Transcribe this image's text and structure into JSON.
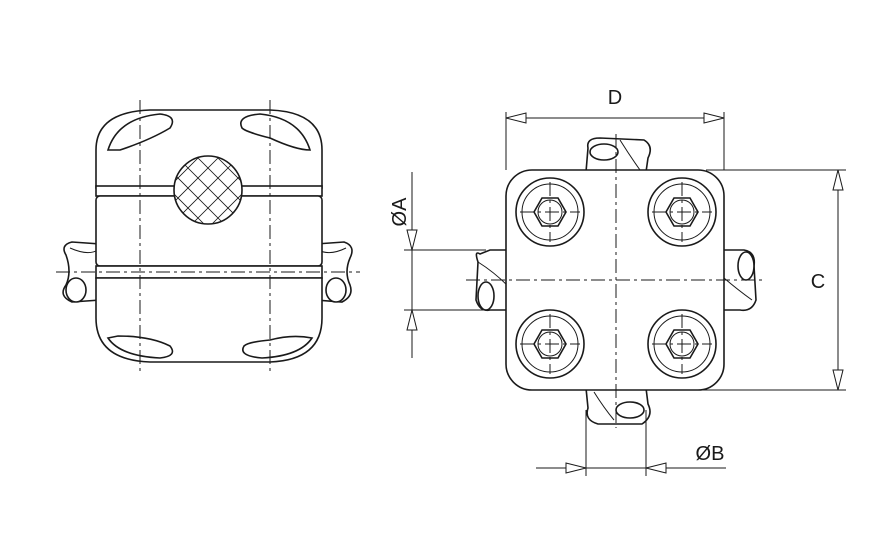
{
  "labels": {
    "dim_d": "D",
    "dim_c": "C",
    "dim_a": "ØA",
    "dim_b": "ØB"
  }
}
